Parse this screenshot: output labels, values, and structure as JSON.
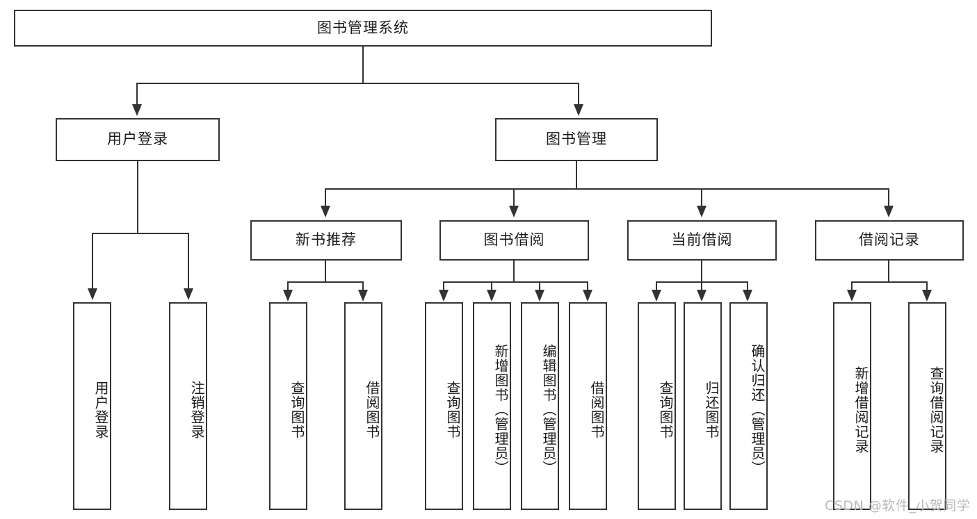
{
  "diagram": {
    "title_box": {
      "label": "图书管理系统"
    },
    "level2": [
      {
        "label": "用户登录"
      },
      {
        "label": "图书管理"
      }
    ],
    "level3": [
      {
        "label": "新书推荐"
      },
      {
        "label": "图书借阅"
      },
      {
        "label": "当前借阅"
      },
      {
        "label": "借阅记录"
      }
    ],
    "leaves": {
      "user_login": [
        {
          "label": "用户登录"
        },
        {
          "label": "注销登录"
        }
      ],
      "new_book_recommend": [
        {
          "label": "查询图书"
        },
        {
          "label": "借阅图书"
        }
      ],
      "book_borrow": [
        {
          "label": "查询图书"
        },
        {
          "label": "新增图书（管理员）"
        },
        {
          "label": "编辑图书（管理员）"
        },
        {
          "label": "借阅图书"
        }
      ],
      "current_borrow": [
        {
          "label": "查询图书"
        },
        {
          "label": "归还图书"
        },
        {
          "label": "确认归还（管理员）"
        }
      ],
      "borrow_record": [
        {
          "label": "新增借阅记录"
        },
        {
          "label": "查询借阅记录"
        }
      ]
    }
  },
  "watermark": {
    "text": "CSDN @软件_小贺同学"
  },
  "colors": {
    "stroke": "#333333",
    "background": "#ffffff",
    "text": "#1a1a1a",
    "watermark": "#b9b9b9"
  }
}
